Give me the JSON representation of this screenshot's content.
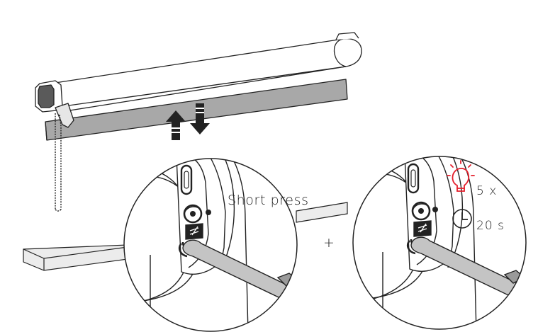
{
  "labels": {
    "short_press": "Short press",
    "plus": "+",
    "blink_count": "5 x",
    "duration": "20 s"
  },
  "icons": {
    "blind": "roller-blind",
    "arrows": "up-down-arrows",
    "light": "blinking-bulb-icon",
    "timer": "clock-icon",
    "tool": "pin-tool"
  },
  "colors": {
    "line": "#222222",
    "fabric": "#a8a8a8",
    "accent": "#e41e2b"
  }
}
